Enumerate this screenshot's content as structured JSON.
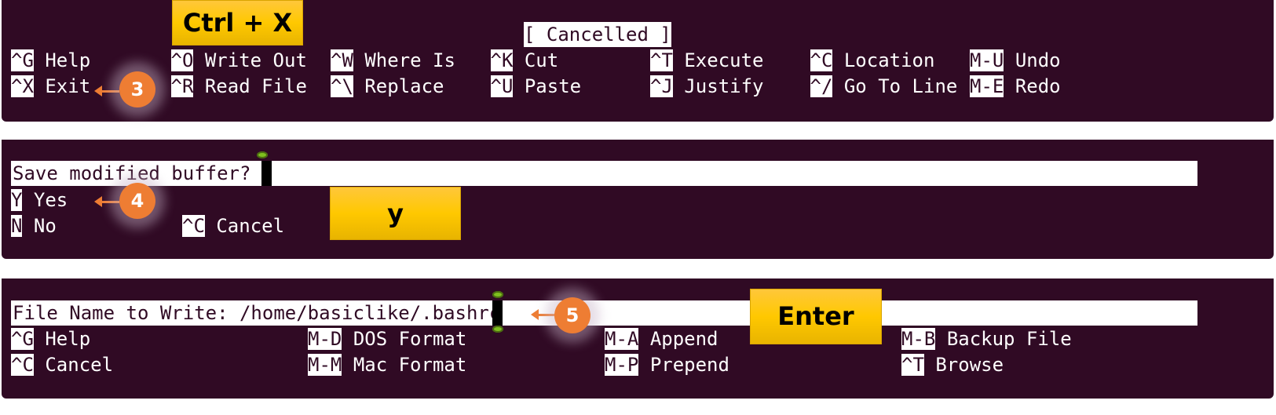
{
  "panel1": {
    "status": "[ Cancelled ]",
    "shortcuts": [
      {
        "key": "^G",
        "label": "Help"
      },
      {
        "key": "^O",
        "label": "Write Out"
      },
      {
        "key": "^W",
        "label": "Where Is"
      },
      {
        "key": "^K",
        "label": "Cut"
      },
      {
        "key": "^T",
        "label": "Execute"
      },
      {
        "key": "^C",
        "label": "Location"
      },
      {
        "key": "M-U",
        "label": "Undo"
      },
      {
        "key": "^X",
        "label": "Exit"
      },
      {
        "key": "^R",
        "label": "Read File"
      },
      {
        "key": "^\\",
        "label": "Replace"
      },
      {
        "key": "^U",
        "label": "Paste"
      },
      {
        "key": "^J",
        "label": "Justify"
      },
      {
        "key": "^/",
        "label": "Go To Line"
      },
      {
        "key": "M-E",
        "label": "Redo"
      }
    ],
    "step": "3",
    "callout": "Ctrl + X"
  },
  "panel2": {
    "prompt": "Save modified buffer? ",
    "options": [
      {
        "key": "Y",
        "label": "Yes"
      },
      {
        "key": "N",
        "label": "No"
      },
      {
        "key": "^C",
        "label": "Cancel"
      }
    ],
    "step": "4",
    "callout": "y"
  },
  "panel3": {
    "prompt": "File Name to Write: /home/basiclike/.bashrc",
    "shortcuts": [
      {
        "key": "^G",
        "label": "Help"
      },
      {
        "key": "M-D",
        "label": "DOS Format"
      },
      {
        "key": "M-A",
        "label": "Append"
      },
      {
        "key": "M-B",
        "label": "Backup File"
      },
      {
        "key": "^C",
        "label": "Cancel"
      },
      {
        "key": "M-M",
        "label": "Mac Format"
      },
      {
        "key": "M-P",
        "label": "Prepend"
      },
      {
        "key": "^T",
        "label": "Browse"
      }
    ],
    "step": "5",
    "callout": "Enter"
  },
  "colors": {
    "terminal_bg": "#300a24",
    "badge": "#ee7d33",
    "callout": "#ffc800"
  }
}
